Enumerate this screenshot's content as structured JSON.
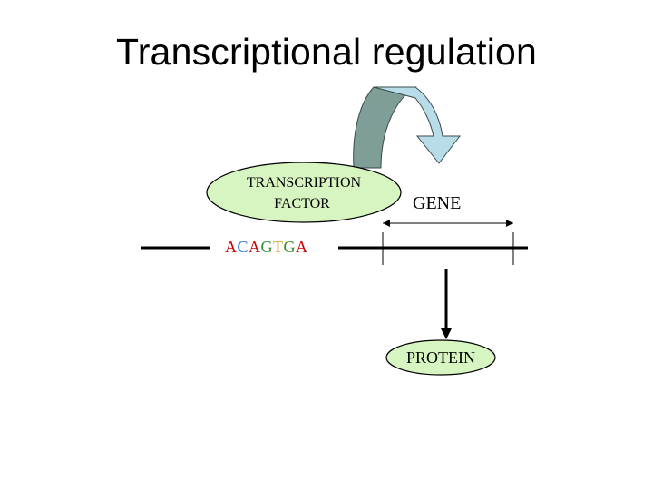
{
  "slide": {
    "title": "Transcriptional regulation"
  },
  "diagram": {
    "transcription_factor": {
      "line1": "TRANSCRIPTION",
      "line2": "FACTOR"
    },
    "gene_label": "GENE",
    "protein_label": "PROTEIN",
    "dna_sequence": [
      {
        "base": "A",
        "color": "#cc0000"
      },
      {
        "base": "C",
        "color": "#2a6fdb"
      },
      {
        "base": "A",
        "color": "#cc0000"
      },
      {
        "base": "G",
        "color": "#3a8a2a"
      },
      {
        "base": "T",
        "color": "#d4a72c"
      },
      {
        "base": "G",
        "color": "#3a8a2a"
      },
      {
        "base": "A",
        "color": "#cc0000"
      }
    ],
    "colors": {
      "ellipse_fill": "#d6f5c0",
      "arrow_left_fill": "#7f9e98",
      "arrow_right_fill": "#b8dde8",
      "line": "#000000"
    }
  }
}
